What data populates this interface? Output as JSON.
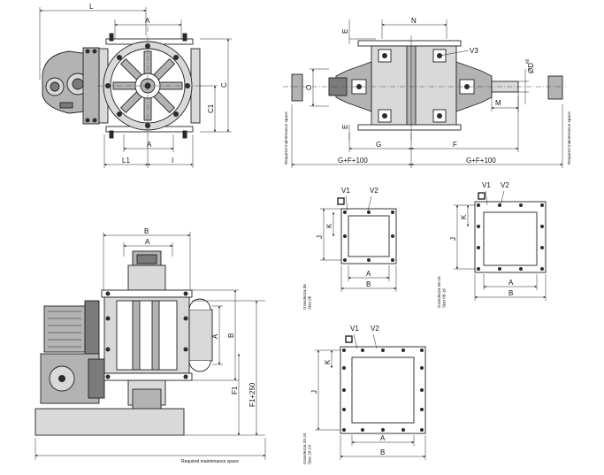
{
  "colors": {
    "ink": "#222222",
    "dark_fill": "#7b7b7b",
    "mid_fill": "#b3b3b3",
    "light_fill": "#d9d9d9"
  },
  "views": {
    "front": {
      "dims": {
        "L": "L",
        "A_top": "A",
        "C": "C",
        "C1": "C1",
        "A_bottom": "A",
        "L1": "L1",
        "I": "I"
      }
    },
    "side": {
      "dims": {
        "N": "N",
        "E_top": "E",
        "V3": "V3",
        "O": "O",
        "D": "ØD",
        "D_sup": "k6",
        "M": "M",
        "E_bottom": "E",
        "G": "G",
        "F": "F",
        "GF_left": "G+F+100",
        "GF_right": "G+F+100"
      },
      "space_left": "Required maintenance space",
      "space_right": "Required maintenance space"
    },
    "bottom": {
      "dims": {
        "B": "B",
        "A_top": "A",
        "A_side": "A",
        "B_side": "B",
        "F1": "F1",
        "F1_250": "F1+250"
      },
      "space": "Required maintenance space"
    },
    "flange_06": {
      "dims": {
        "V1": "V1",
        "V2": "V2",
        "K": "K",
        "J": "J",
        "A": "A",
        "B": "B"
      },
      "caption": "Grandezza 06\nSize 06"
    },
    "flange_08_16": {
      "dims": {
        "V1": "V1",
        "V2": "V2",
        "K": "K",
        "J": "J",
        "A": "A",
        "B": "B"
      },
      "caption": "Grandezza 08-16\nSize 08-16"
    },
    "flange_20_24": {
      "dims": {
        "V1": "V1",
        "V2": "V2",
        "K": "K",
        "J": "J",
        "A": "A",
        "B": "B"
      },
      "caption": "Grandezza 20-24\nSize 20-24"
    }
  }
}
